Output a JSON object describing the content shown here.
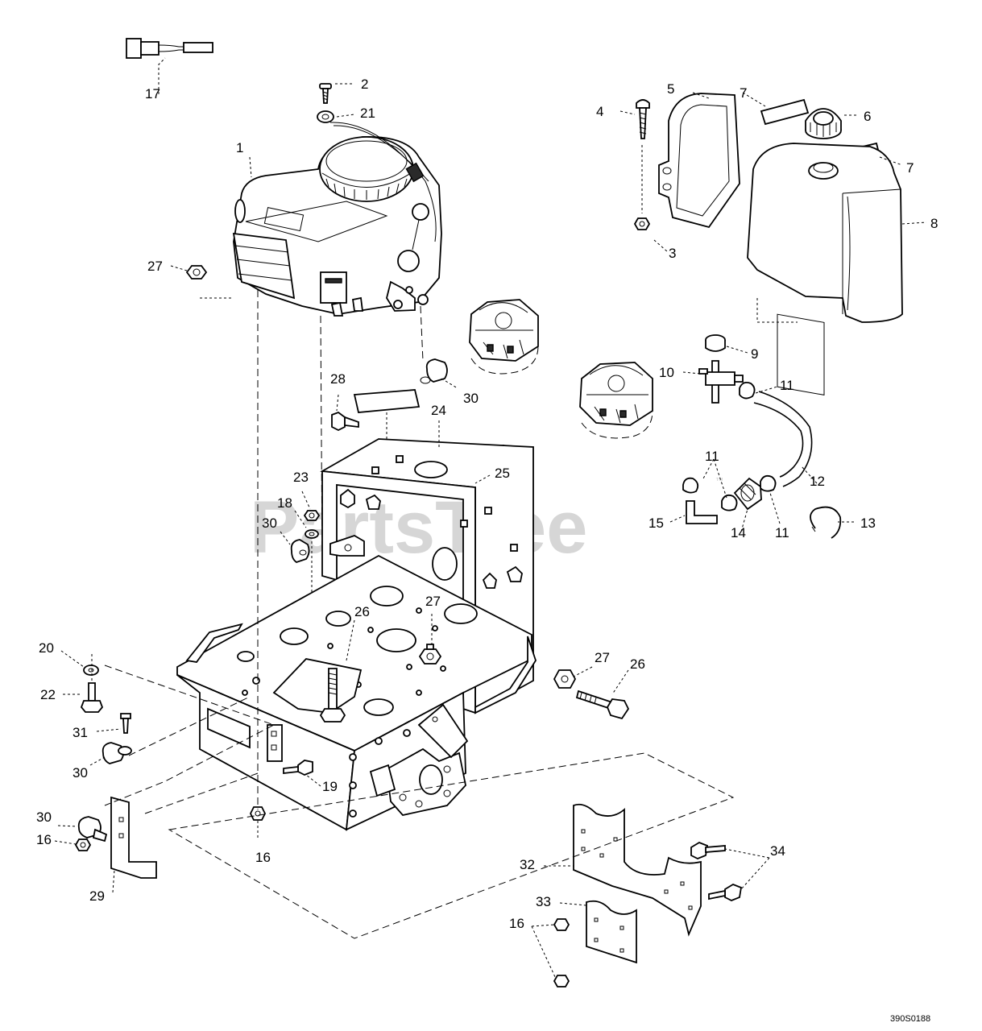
{
  "watermark": "PartsTree",
  "watermark_tm": "™",
  "drawing_code": "390S0188",
  "callouts": {
    "c1": "1",
    "c2": "2",
    "c3": "3",
    "c4": "4",
    "c5": "5",
    "c6": "6",
    "c7a": "7",
    "c7b": "7",
    "c8": "8",
    "c9": "9",
    "c10": "10",
    "c11a": "11",
    "c11b": "11",
    "c11c": "11",
    "c12": "12",
    "c13": "13",
    "c14": "14",
    "c15": "15",
    "c16a": "16",
    "c16b": "16",
    "c16c": "16",
    "c17": "17",
    "c18": "18",
    "c19": "19",
    "c20": "20",
    "c21": "21",
    "c22": "22",
    "c23": "23",
    "c24": "24",
    "c25": "25",
    "c26a": "26",
    "c26b": "26",
    "c27a": "27",
    "c27b": "27",
    "c27c": "27",
    "c28": "28",
    "c29": "29",
    "c30a": "30",
    "c30b": "30",
    "c30c": "30",
    "c30d": "30",
    "c31": "31",
    "c32": "32",
    "c33": "33",
    "c34": "34"
  }
}
